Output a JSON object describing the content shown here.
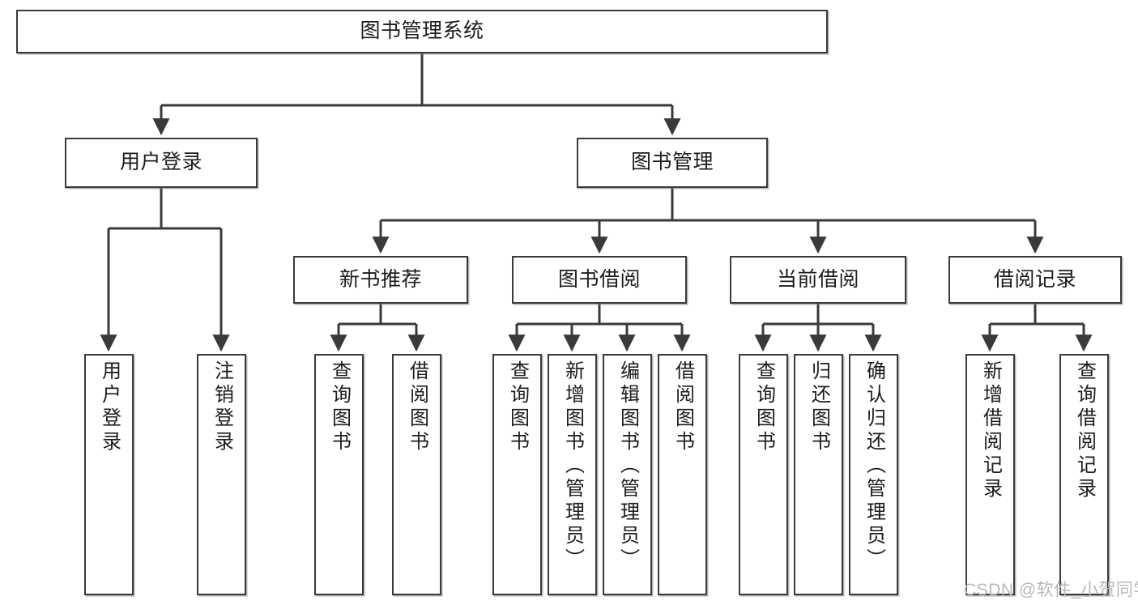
{
  "diagram": {
    "title": "图书管理系统",
    "type": "tree-hierarchy-chart",
    "line_color": "#3a3a3a",
    "box_fill": "#ffffff",
    "text_color": "#1c1c1c"
  },
  "nodes": {
    "root": {
      "label": "图书管理系统"
    },
    "level2": [
      {
        "id": "user-login",
        "label": "用户登录"
      },
      {
        "id": "book-manage",
        "label": "图书管理"
      }
    ],
    "level3": [
      {
        "id": "new-book-recommend",
        "label": "新书推荐"
      },
      {
        "id": "book-borrow",
        "label": "图书借阅"
      },
      {
        "id": "current-borrow",
        "label": "当前借阅"
      },
      {
        "id": "borrow-record",
        "label": "借阅记录"
      }
    ],
    "leaves": [
      {
        "id": "leaf-user-login",
        "label": "用户登录",
        "parent": "user-login"
      },
      {
        "id": "leaf-logout",
        "label": "注销登录",
        "parent": "user-login"
      },
      {
        "id": "leaf-query-book-1",
        "label": "查询图书",
        "parent": "new-book-recommend"
      },
      {
        "id": "leaf-borrow-book-1",
        "label": "借阅图书",
        "parent": "new-book-recommend"
      },
      {
        "id": "leaf-query-book-2",
        "label": "查询图书",
        "parent": "book-borrow"
      },
      {
        "id": "leaf-add-book",
        "label": "新增图书（管理员）",
        "parent": "book-borrow"
      },
      {
        "id": "leaf-edit-book",
        "label": "编辑图书（管理员）",
        "parent": "book-borrow"
      },
      {
        "id": "leaf-borrow-book-2",
        "label": "借阅图书",
        "parent": "book-borrow"
      },
      {
        "id": "leaf-query-book-3",
        "label": "查询图书",
        "parent": "current-borrow"
      },
      {
        "id": "leaf-return-book",
        "label": "归还图书",
        "parent": "current-borrow"
      },
      {
        "id": "leaf-confirm-return",
        "label": "确认归还（管理员）",
        "parent": "current-borrow"
      },
      {
        "id": "leaf-add-record",
        "label": "新增借阅记录",
        "parent": "borrow-record"
      },
      {
        "id": "leaf-query-record",
        "label": "查询借阅记录",
        "parent": "borrow-record"
      }
    ]
  },
  "watermark": {
    "text": "CSDN @软件_小贺同学"
  }
}
